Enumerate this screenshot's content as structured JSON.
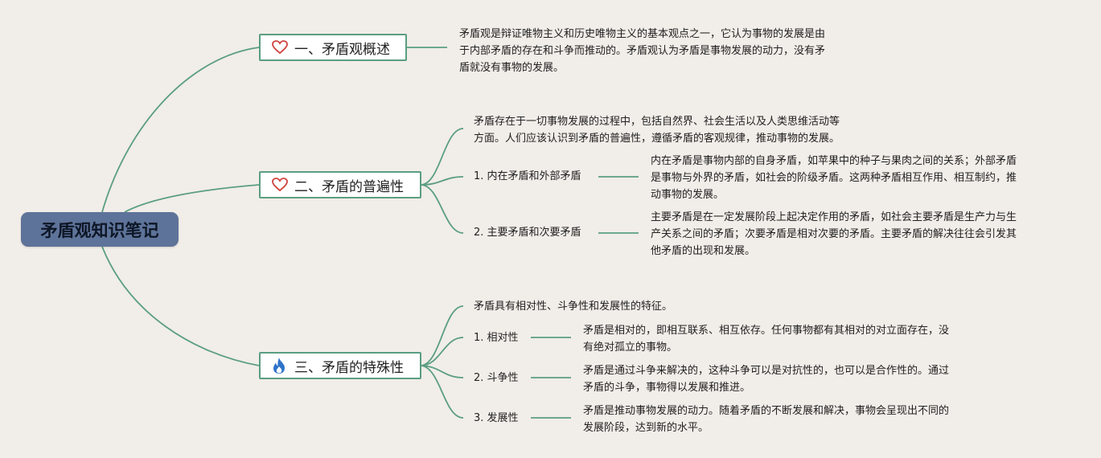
{
  "root": {
    "title": "矛盾观知识笔记"
  },
  "colors": {
    "root_bg": "#5e7399",
    "line": "#5a9e82",
    "background": "#f1ede8",
    "heart": "#d0443f",
    "fire": "#2f73c9"
  },
  "branches": [
    {
      "title": "一、矛盾观概述",
      "icon": "heart-outline-icon",
      "text_lines": [
        "矛盾观是辩证唯物主义和历史唯物主义的基本观点之一，它认为事物的发展是由",
        "于内部矛盾的存在和斗争而推动的。矛盾观认为矛盾是事物发展的动力，没有矛",
        "盾就没有事物的发展。"
      ]
    },
    {
      "title": "二、矛盾的普遍性",
      "icon": "heart-outline-icon",
      "intro_lines": [
        "矛盾存在于一切事物发展的过程中，包括自然界、社会生活以及人类思维活动等",
        "方面。人们应该认识到矛盾的普遍性，遵循矛盾的客观规律，推动事物的发展。"
      ],
      "items": [
        {
          "label": "1. 内在矛盾和外部矛盾",
          "lines": [
            "内在矛盾是事物内部的自身矛盾，如苹果中的种子与果肉之间的关系；外部矛盾",
            "是事物与外界的矛盾，如社会的阶级矛盾。这两种矛盾相互作用、相互制约，推",
            "动事物的发展。"
          ]
        },
        {
          "label": "2. 主要矛盾和次要矛盾",
          "lines": [
            "主要矛盾是在一定发展阶段上起决定作用的矛盾，如社会主要矛盾是生产力与生",
            "产关系之间的矛盾；次要矛盾是相对次要的矛盾。主要矛盾的解决往往会引发其",
            "他矛盾的出现和发展。"
          ]
        }
      ]
    },
    {
      "title": "三、矛盾的特殊性",
      "icon": "fire-icon",
      "intro_lines": [
        "矛盾具有相对性、斗争性和发展性的特征。"
      ],
      "items": [
        {
          "label": "1. 相对性",
          "lines": [
            "矛盾是相对的，即相互联系、相互依存。任何事物都有其相对的对立面存在，没",
            "有绝对孤立的事物。"
          ]
        },
        {
          "label": "2. 斗争性",
          "lines": [
            "矛盾是通过斗争来解决的，这种斗争可以是对抗性的，也可以是合作性的。通过",
            "矛盾的斗争，事物得以发展和推进。"
          ]
        },
        {
          "label": "3. 发展性",
          "lines": [
            "矛盾是推动事物发展的动力。随着矛盾的不断发展和解决，事物会呈现出不同的",
            "发展阶段，达到新的水平。"
          ]
        }
      ]
    }
  ]
}
